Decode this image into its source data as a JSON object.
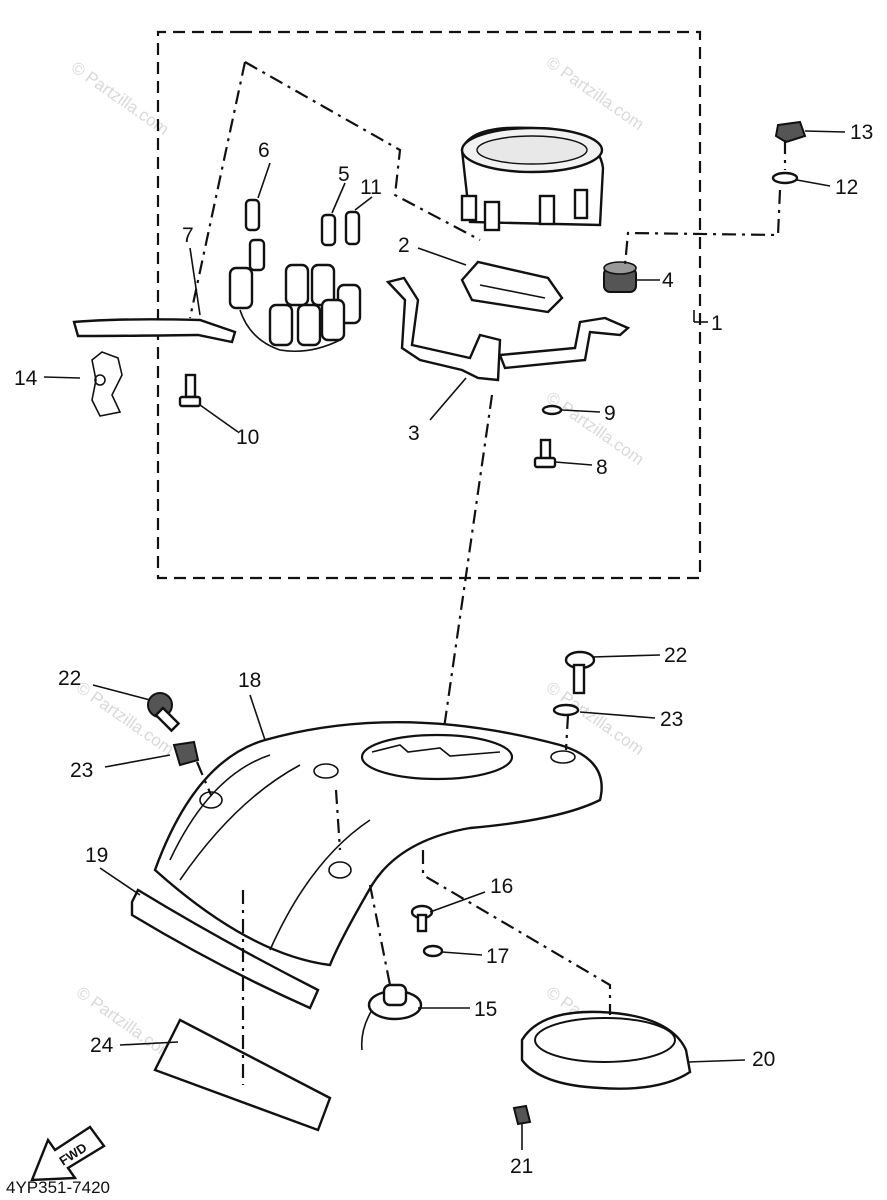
{
  "diagram_code": "4YP351-7420",
  "fwd_label": "FWD",
  "watermark_text": "© Partzilla.com",
  "callouts": [
    {
      "id": "c1",
      "text": "1"
    },
    {
      "id": "c2",
      "text": "2"
    },
    {
      "id": "c3",
      "text": "3"
    },
    {
      "id": "c4",
      "text": "4"
    },
    {
      "id": "c5",
      "text": "5"
    },
    {
      "id": "c6",
      "text": "6"
    },
    {
      "id": "c7",
      "text": "7"
    },
    {
      "id": "c8",
      "text": "8"
    },
    {
      "id": "c9",
      "text": "9"
    },
    {
      "id": "c10",
      "text": "10"
    },
    {
      "id": "c11",
      "text": "11"
    },
    {
      "id": "c12",
      "text": "12"
    },
    {
      "id": "c13",
      "text": "13"
    },
    {
      "id": "c14",
      "text": "14"
    },
    {
      "id": "c15",
      "text": "15"
    },
    {
      "id": "c16",
      "text": "16"
    },
    {
      "id": "c17",
      "text": "17"
    },
    {
      "id": "c18",
      "text": "18"
    },
    {
      "id": "c19",
      "text": "19"
    },
    {
      "id": "c20",
      "text": "20"
    },
    {
      "id": "c21",
      "text": "21"
    },
    {
      "id": "c22a",
      "text": "22"
    },
    {
      "id": "c22b",
      "text": "22"
    },
    {
      "id": "c23a",
      "text": "23"
    },
    {
      "id": "c23b",
      "text": "23"
    },
    {
      "id": "c24",
      "text": "24"
    }
  ]
}
